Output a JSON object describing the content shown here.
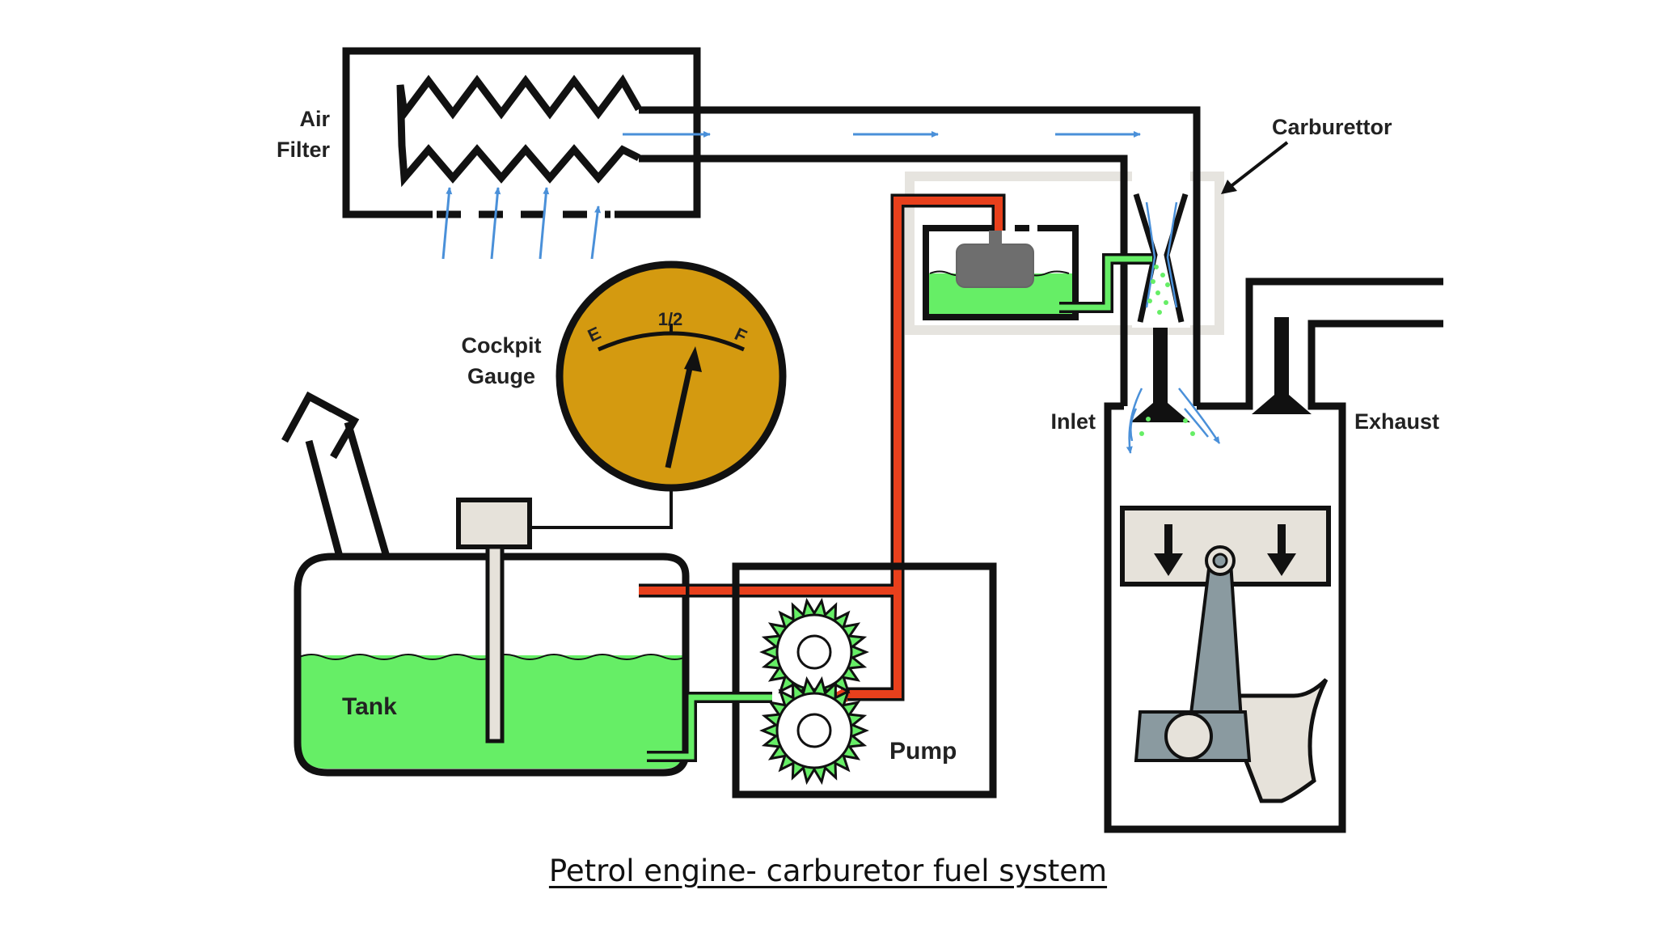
{
  "labels": {
    "air_filter_line1": "Air",
    "air_filter_line2": "Filter",
    "carburettor": "Carburettor",
    "gauge_title_line1": "Cockpit",
    "gauge_title_line2": "Gauge",
    "gauge_empty": "E",
    "gauge_half": "1/2",
    "gauge_full": "F",
    "tank": "Tank",
    "pump": "Pump",
    "inlet": "Inlet",
    "exhaust": "Exhaust"
  },
  "caption": "Petrol engine- carburetor fuel system",
  "colors": {
    "fuel_green": "#66ee66",
    "fuel_line_red": "#e8401c",
    "gauge_face": "#d49a10",
    "air_arrow_blue": "#4a90d9",
    "outline": "#111111",
    "carburettor_housing": "#e6e4df",
    "float": "#6e6e6e",
    "piston": "#e6e2da",
    "connecting_rod": "#8a9aa0"
  }
}
